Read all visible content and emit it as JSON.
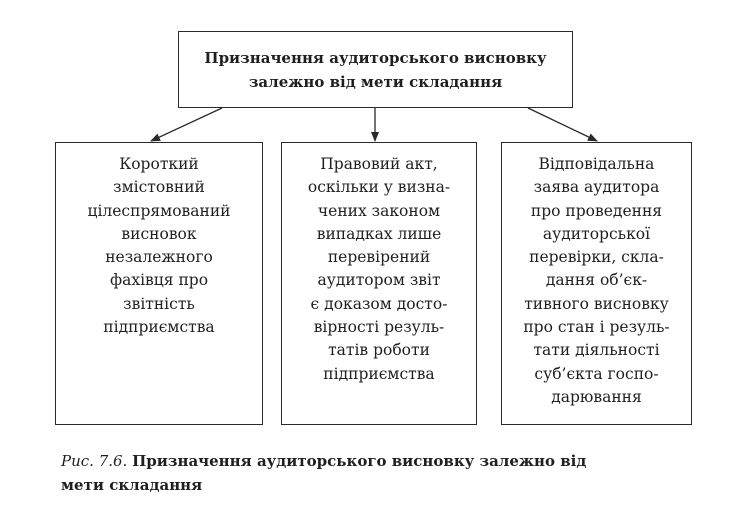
{
  "diagram": {
    "top": {
      "lines": [
        "Призначення аудиторського висновку",
        "залежно від мети складання"
      ]
    },
    "boxes": [
      {
        "lines": [
          "Короткий",
          "змістовний",
          "цілеспрямований",
          "висновок",
          "незалежного",
          "фахівця про",
          "звітність",
          "підприємства"
        ]
      },
      {
        "lines": [
          "Правовий акт,",
          "оскільки у визна-",
          "чених законом",
          "випадках лише",
          "перевірений",
          "аудитором звіт",
          "є доказом досто-",
          "вірності резуль-",
          "татів роботи",
          "підприємства"
        ]
      },
      {
        "lines": [
          "Відповідальна",
          "заява аудитора",
          "про проведення",
          "аудиторської",
          "перевірки, скла-",
          "дання об’єк-",
          "тивного висновку",
          "про стан і резуль-",
          "тати діяльності",
          "суб’єкта госпо-",
          "дарювання"
        ]
      }
    ]
  },
  "caption": {
    "label": "Рис. 7.6.",
    "line1": "Призначення аудиторського висновку залежно від",
    "line2": "мети складання"
  },
  "colors": {
    "ink": "#1f1f1f",
    "border": "#2a2a2a",
    "background": "#ffffff"
  }
}
